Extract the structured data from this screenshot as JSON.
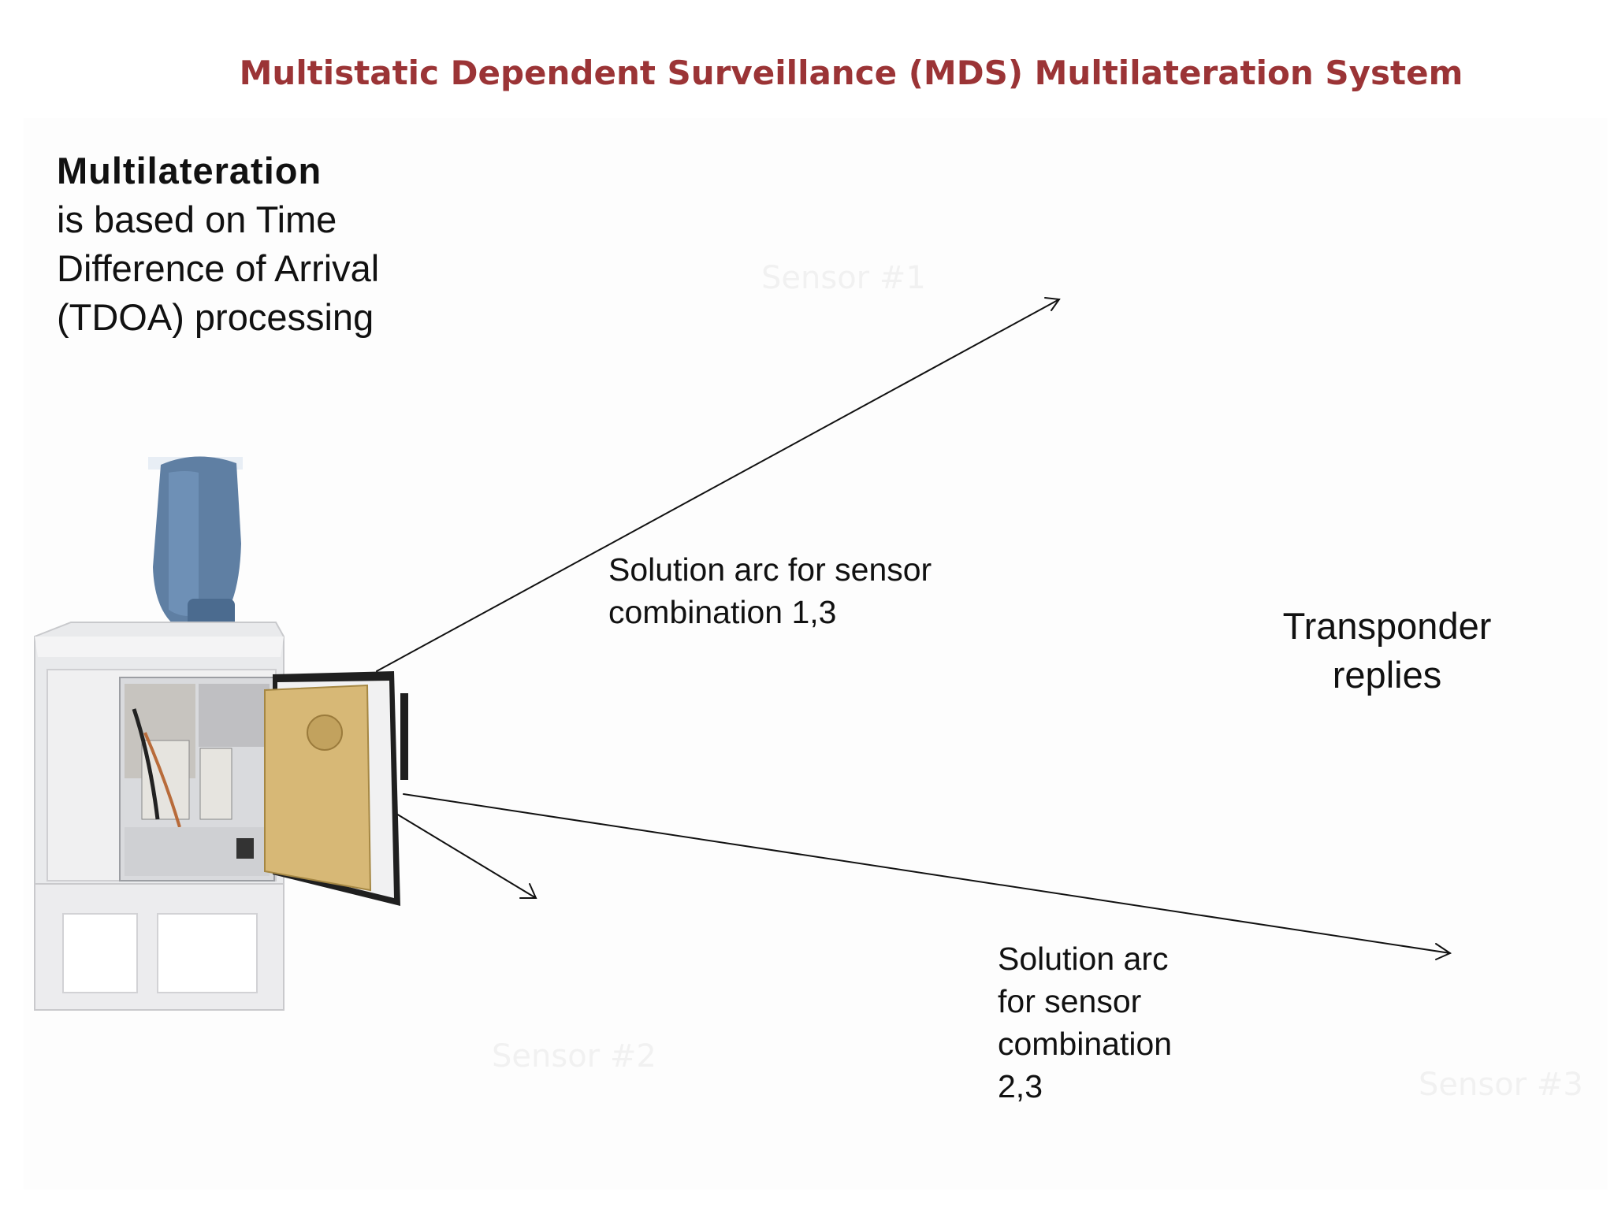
{
  "title": "Multistatic Dependent Surveillance (MDS) Multilateration System",
  "intro": {
    "heading": "Multilateration",
    "line1": "is based on Time",
    "line2": "Difference of Arrival",
    "line3": "(TDOA) processing"
  },
  "sensors": {
    "s1": "Sensor #1",
    "s2": "Sensor #2",
    "s3": "Sensor #3"
  },
  "arc13": {
    "line1": "Solution arc for sensor",
    "line2": "combination 1,3"
  },
  "arc23": {
    "line1": "Solution arc",
    "line2": "for sensor",
    "line3": "combination",
    "line4": "2,3"
  },
  "transponder": {
    "line1": "Transponder",
    "line2": "replies"
  },
  "colors": {
    "title": "#9b3436",
    "text": "#111111",
    "sensor_label": "#f1f1f1"
  },
  "icons": [
    "sensor-cabinet-icon",
    "antenna-icon"
  ]
}
